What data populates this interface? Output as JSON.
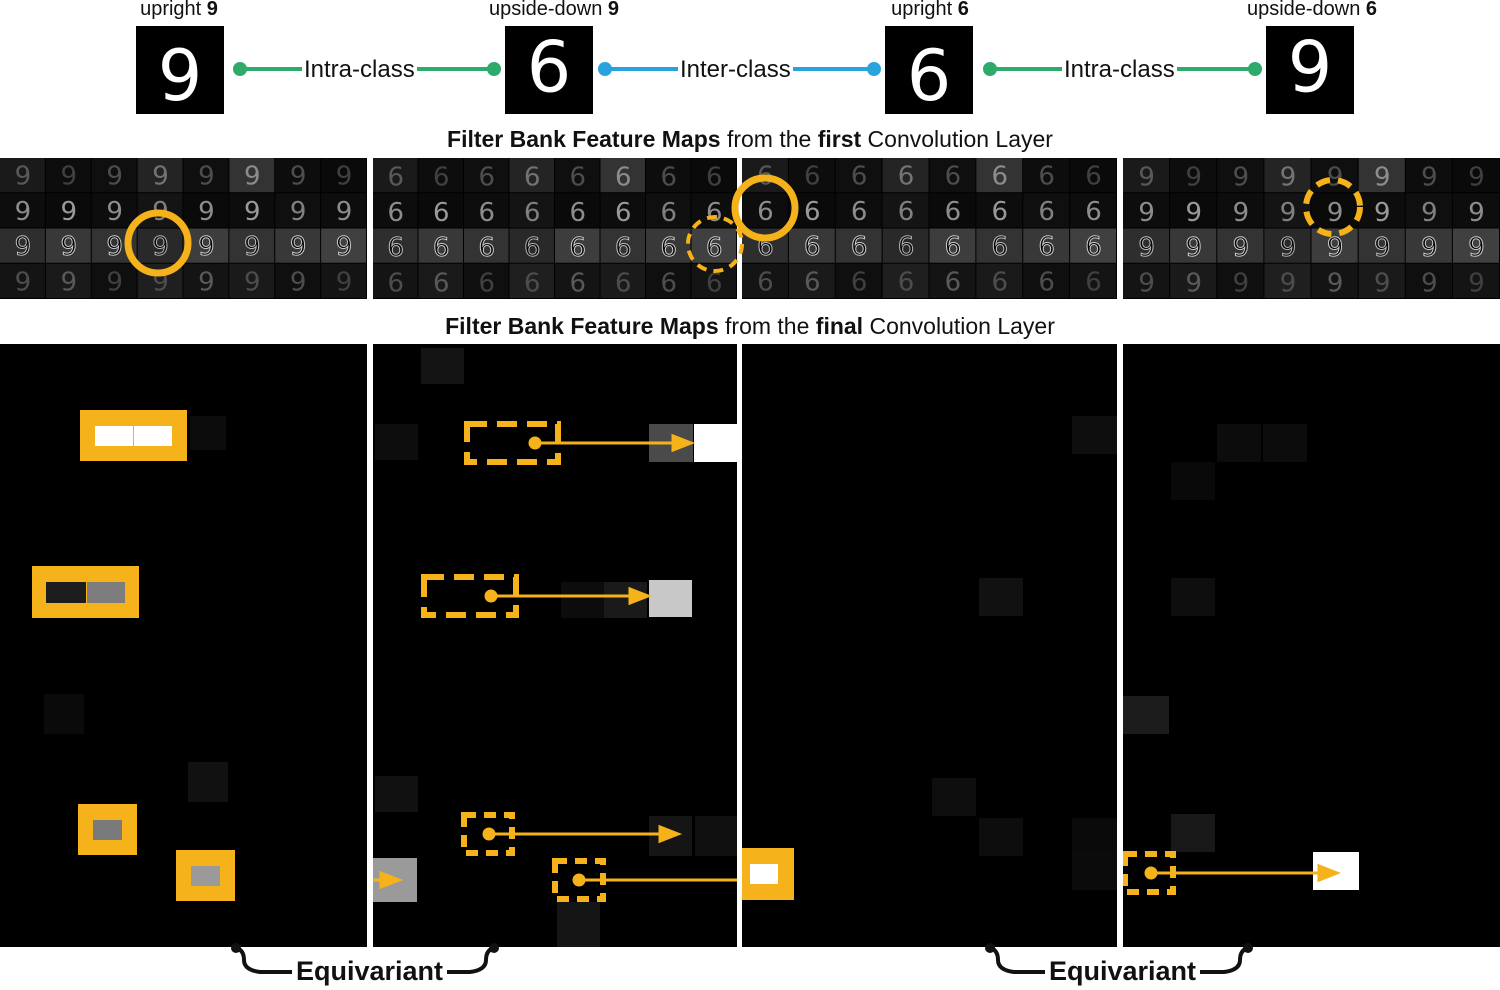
{
  "digits": [
    {
      "prefix": "upright ",
      "digit": "9",
      "glyph": "9",
      "rotated": false
    },
    {
      "prefix": "upside-down ",
      "digit": "9",
      "glyph": "9",
      "rotated": true
    },
    {
      "prefix": "upright ",
      "digit": "6",
      "glyph": "6",
      "rotated": false
    },
    {
      "prefix": "upside-down ",
      "digit": "6",
      "glyph": "6",
      "rotated": true
    }
  ],
  "links": [
    {
      "label": "Intra-class",
      "color": "#2eaa6a"
    },
    {
      "label": "Inter-class",
      "color": "#2aa3dd"
    },
    {
      "label": "Intra-class",
      "color": "#2eaa6a"
    }
  ],
  "first_layer_title": {
    "bold1": "Filter Bank Feature Maps",
    "mid": " from the ",
    "bold2": "first",
    "end": " Convolution Layer"
  },
  "final_layer_title": {
    "bold1": "Filter Bank Feature Maps",
    "mid": " from the ",
    "bold2": "final",
    "end": " Convolution Layer"
  },
  "equivariant_labels": [
    "Equivariant",
    "Equivariant"
  ],
  "colors": {
    "accent": "#f5b21a",
    "panel_bg": "#000000"
  }
}
